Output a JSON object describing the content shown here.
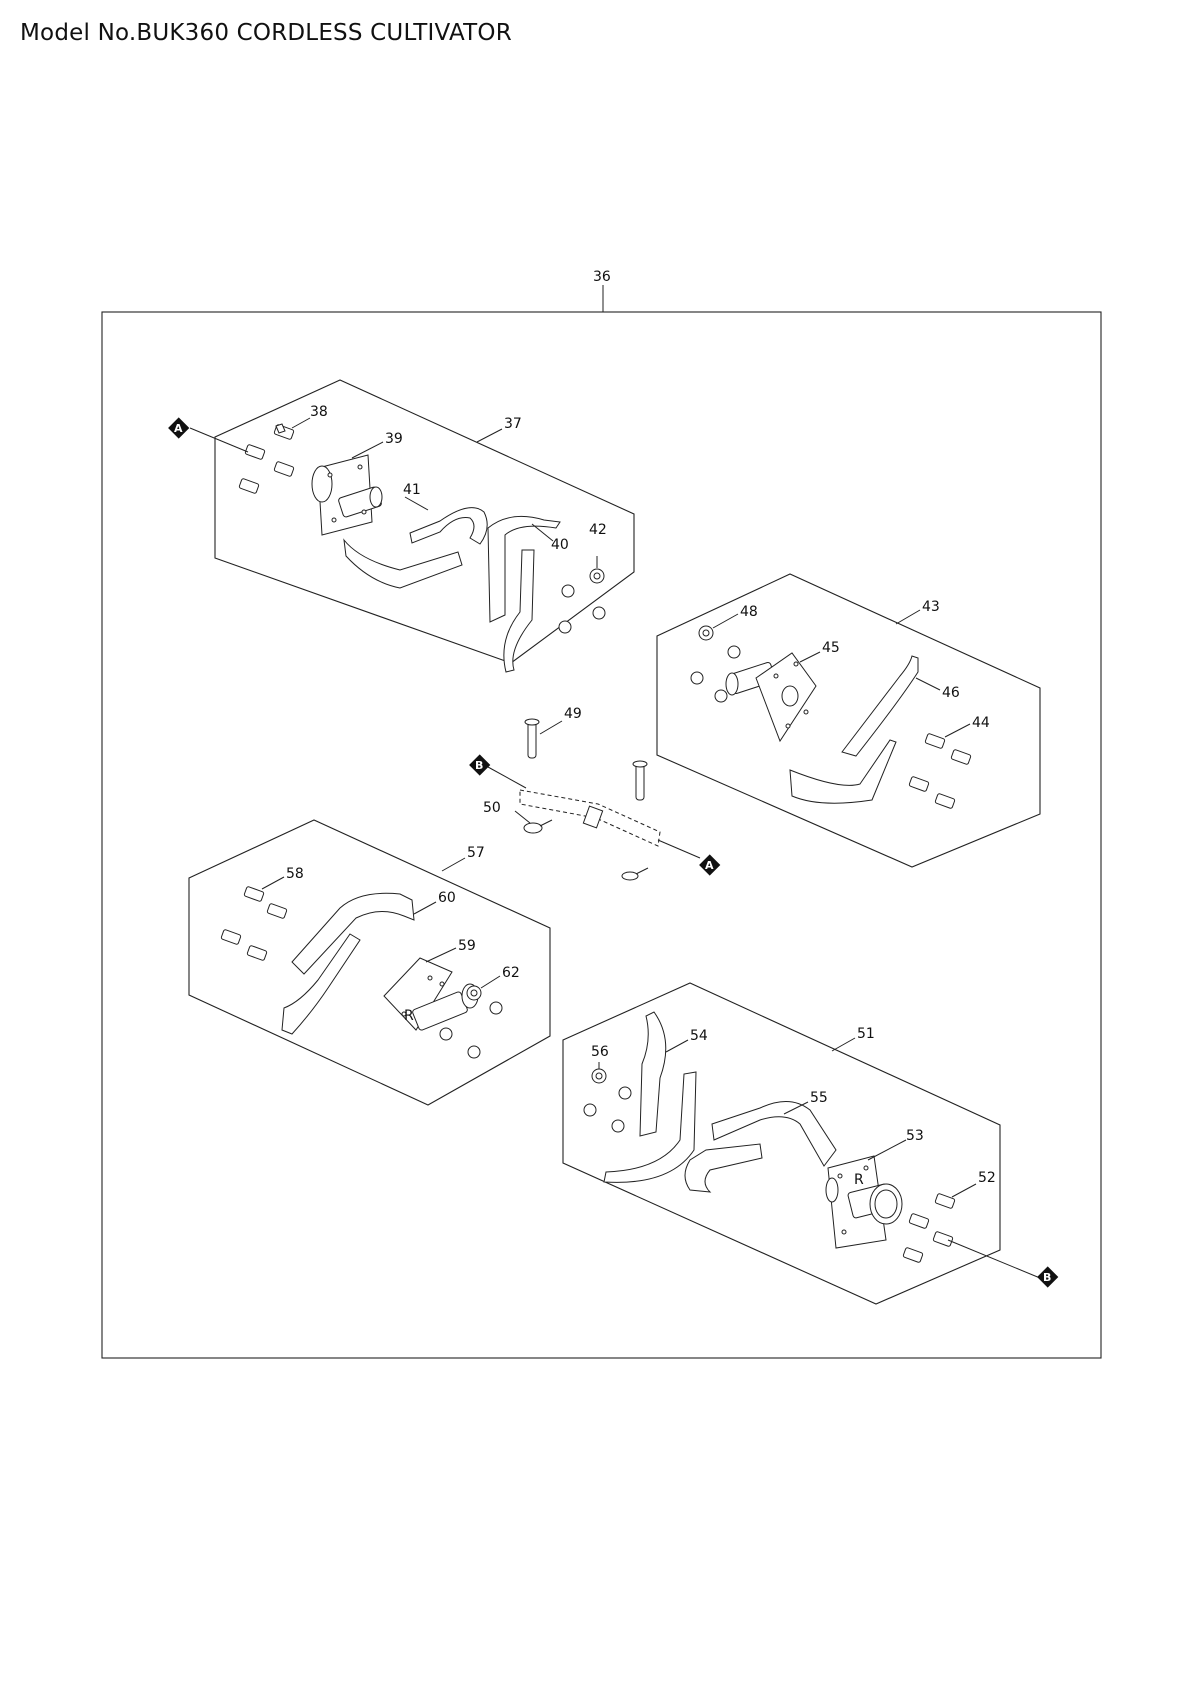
{
  "header": {
    "title": "Model No.BUK360 CORDLESS CULTIVATOR"
  },
  "callouts": {
    "c36": "36",
    "c37": "37",
    "c38": "38",
    "c39": "39",
    "c40": "40",
    "c41": "41",
    "c42": "42",
    "c43": "43",
    "c44": "44",
    "c45": "45",
    "c46": "46",
    "c48": "48",
    "c49": "49",
    "c50": "50",
    "c51": "51",
    "c52": "52",
    "c53": "53",
    "c54": "54",
    "c55": "55",
    "c56": "56",
    "c57": "57",
    "c58": "58",
    "c59": "59",
    "c60": "60",
    "c62": "62"
  },
  "markers": {
    "a": "A",
    "b": "B"
  },
  "stamps": {
    "r": "R"
  }
}
